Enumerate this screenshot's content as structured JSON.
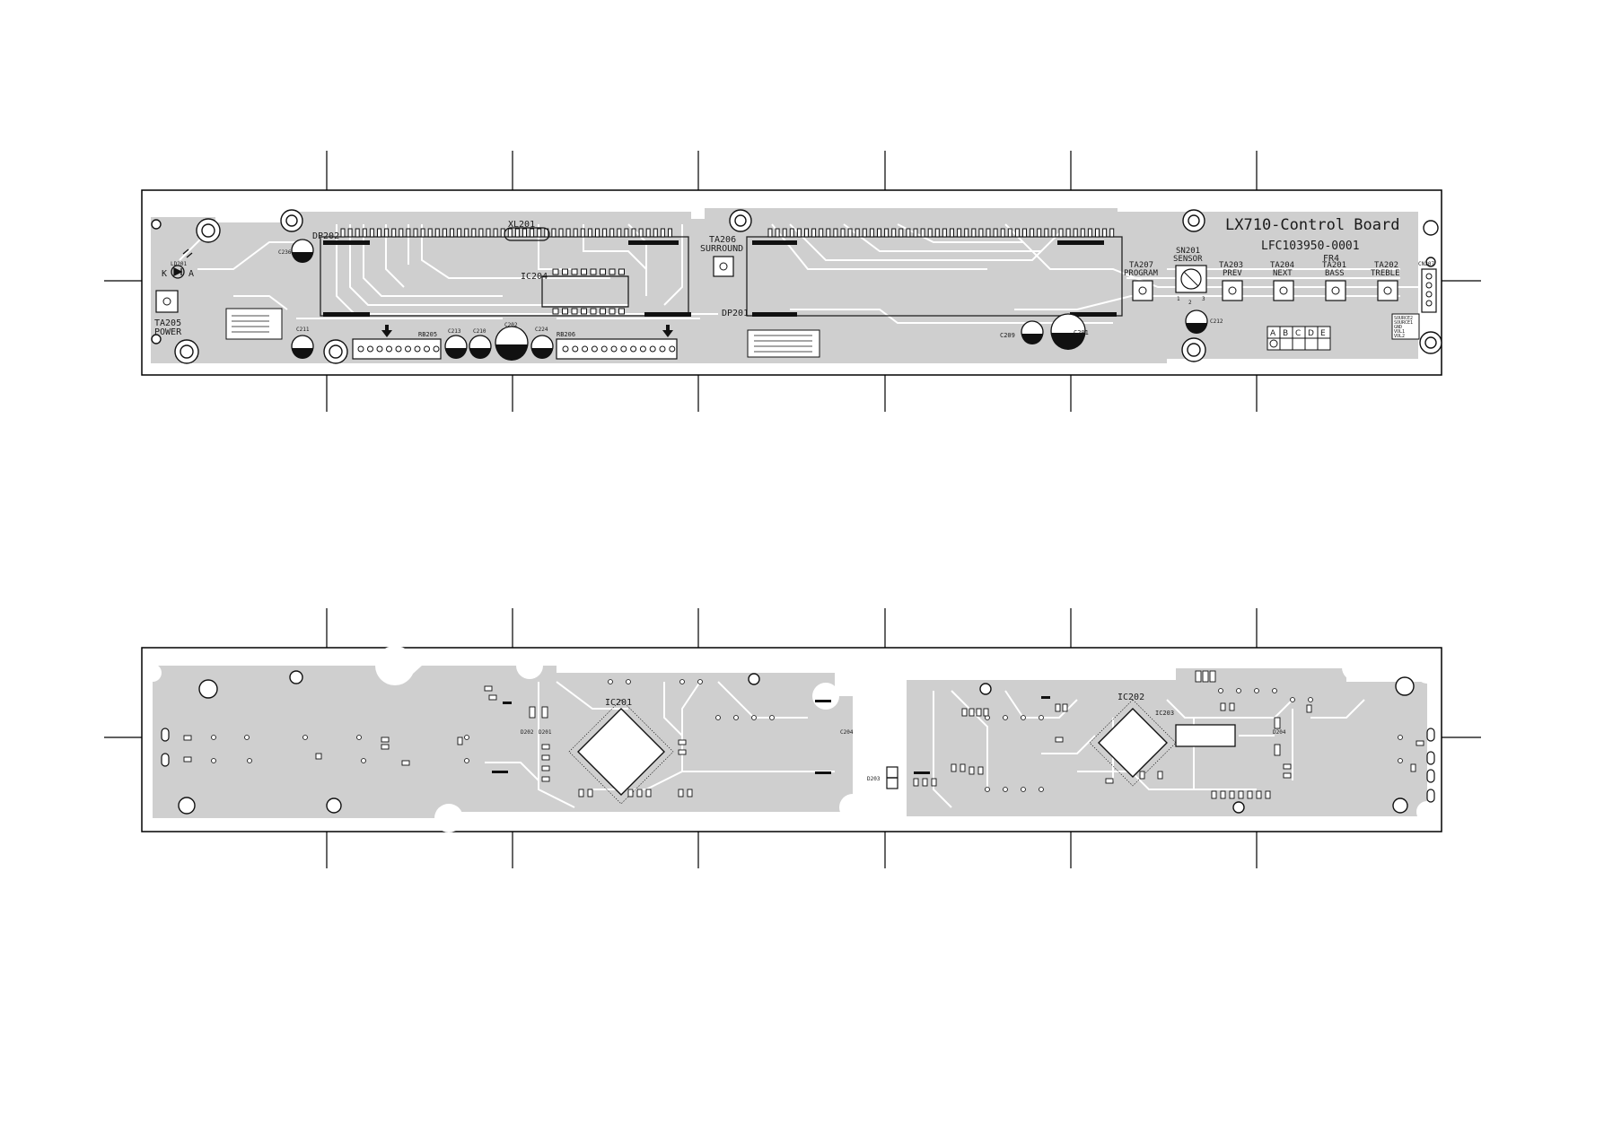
{
  "board": {
    "title": "LX710-Control Board",
    "part_number": "LFC103950-0001",
    "fr": "FR4"
  },
  "top_labels": {
    "dp202": "DP202",
    "dp201": "DP201",
    "xl201": "XL201",
    "ic204": "IC204",
    "c236": "C236",
    "led": "LD201",
    "k": "K",
    "a": "A",
    "ta205_ref": "TA205",
    "ta205_name": "POWER",
    "c211": "C211",
    "rb205": "RB205",
    "c213": "C213",
    "c210": "C210",
    "c202": "C202",
    "c224": "C224",
    "rb206": "RB206",
    "ta206_ref": "TA206",
    "ta206_name": "SURROUND",
    "c209": "C209",
    "c201": "C201",
    "c212": "C212",
    "ta207_ref": "TA207",
    "ta207_name": "PROGRAM",
    "sn201_ref": "SN201",
    "sn201_name": "SENSOR",
    "ta203_ref": "TA203",
    "ta203_name": "PREV",
    "ta204_ref": "TA204",
    "ta204_name": "NEXT",
    "ta201_ref": "TA201",
    "ta201_name": "BASS",
    "ta202_ref": "TA202",
    "ta202_name": "TREBLE",
    "cn207": "CN207",
    "conn_pins": [
      "SOURCE2",
      "SOURCE1",
      "GND",
      "VOL1",
      "VOL2"
    ],
    "grid_letters": [
      "A",
      "B",
      "C",
      "D",
      "E"
    ],
    "sensor_pins": [
      "1",
      "2",
      "3"
    ]
  },
  "bottom_labels": {
    "ic201": "IC201",
    "ic202": "IC202",
    "ic203": "IC203",
    "d202": "D202",
    "d201": "D201",
    "d203": "D203",
    "d204": "D204",
    "c204": "C204"
  }
}
